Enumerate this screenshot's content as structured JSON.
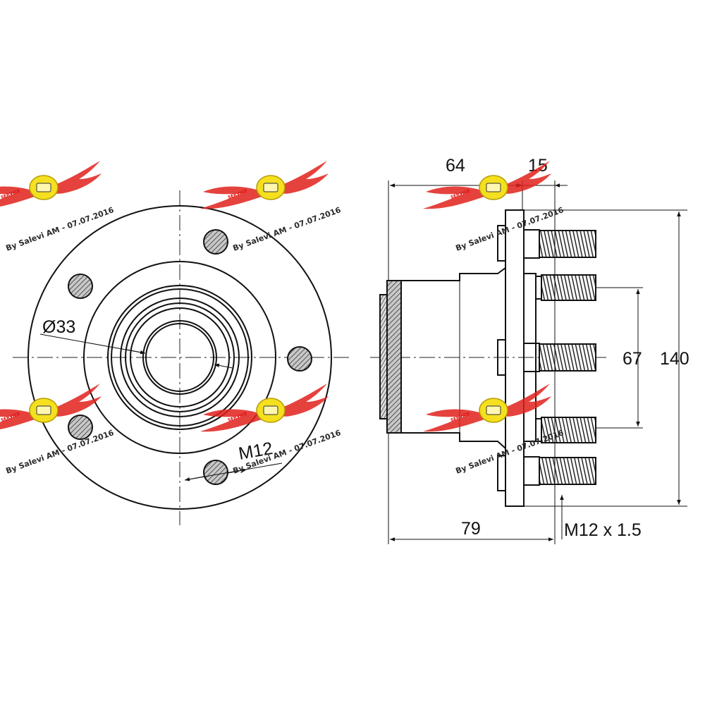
{
  "dimensions": {
    "bore_diameter": "Ø33",
    "stud_thread_front": "M12",
    "hub_length": "64",
    "flange_thickness": "15",
    "overall_length": "79",
    "pilot_diameter": "67",
    "flange_diameter": "140",
    "stud_thread_spec": "M12 x 1.5"
  },
  "watermark": {
    "text": "By Salevi AM - 07.07.2016",
    "logo_text": "SERVICE",
    "colors": {
      "wing": "#e0211b",
      "badge": "#f5e020"
    }
  },
  "colors": {
    "line": "#111111",
    "stud_fill": "#9a9a9a"
  }
}
